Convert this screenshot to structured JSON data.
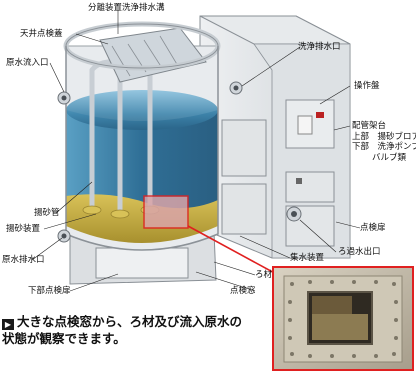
{
  "labels": {
    "separator_wash_trough": "分離装置洗浄排水溝",
    "ceiling_inspection_port": "天井点検蓋",
    "raw_water_inlet": "原水流入口",
    "wash_drain_outlet": "洗浄排水口",
    "control_panel": "操作盤",
    "piping_rack": "配管架台",
    "rack_upper": "上部　揚砂ブロア",
    "rack_lower": "下部　洗浄ポンプ",
    "rack_valve": "バルブ類",
    "sand_lift_pipe": "揚砂管",
    "sand_lift_device": "揚砂装置",
    "inspection_door": "点検扉",
    "raw_water_drain": "原水排水口",
    "collector": "集水装置",
    "filtered_outlet": "ろ過水出口",
    "filter_media": "ろ材",
    "inspection_window": "点検窓",
    "lower_inspection_door": "下部点検扉"
  },
  "caption": {
    "marker": "▶",
    "line1": "大きな点検窓から、ろ材及び流入原水の",
    "line2": "状態が観察できます。"
  },
  "colors": {
    "highlight": "#e02020",
    "water_top": "#7fb8d8",
    "water_bottom": "#2f6f96",
    "media": "#c8b04a",
    "tank_rim": "#d9dde0"
  }
}
